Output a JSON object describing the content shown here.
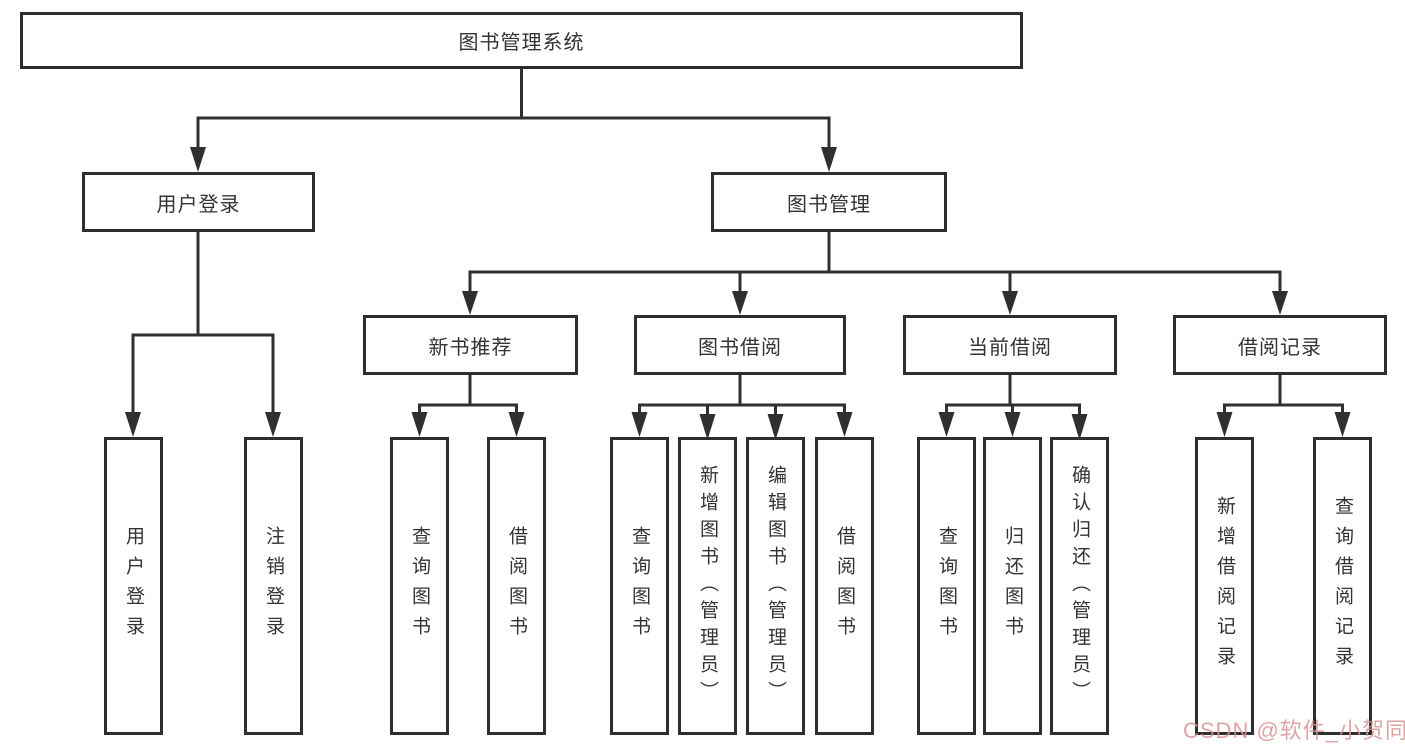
{
  "diagram": {
    "title": "图书管理系统",
    "root": {
      "label": "图书管理系统"
    },
    "level2": [
      {
        "id": "user-login",
        "label": "用户登录"
      },
      {
        "id": "book-management",
        "label": "图书管理"
      }
    ],
    "level3": [
      {
        "id": "new-book-recommend",
        "label": "新书推荐"
      },
      {
        "id": "book-borrow",
        "label": "图书借阅"
      },
      {
        "id": "current-borrow",
        "label": "当前借阅"
      },
      {
        "id": "borrow-record",
        "label": "借阅记录"
      }
    ],
    "leaves": {
      "user_login": [
        "用户登录",
        "注销登录"
      ],
      "new_book_recommend": [
        "查询图书",
        "借阅图书"
      ],
      "book_borrow": [
        "查询图书",
        "新增图书（管理员）",
        "编辑图书（管理员）",
        "借阅图书"
      ],
      "current_borrow": [
        "查询图书",
        "归还图书",
        "确认归还（管理员）"
      ],
      "borrow_record": [
        "新增借阅记录",
        "查询借阅记录"
      ]
    }
  },
  "watermark": {
    "text": "CSDN @软件_小贺同学",
    "color": "#d89494"
  },
  "colors": {
    "line": "#303030",
    "box_border": "#2e2e2e",
    "text": "#333333",
    "background": "#ffffff"
  }
}
